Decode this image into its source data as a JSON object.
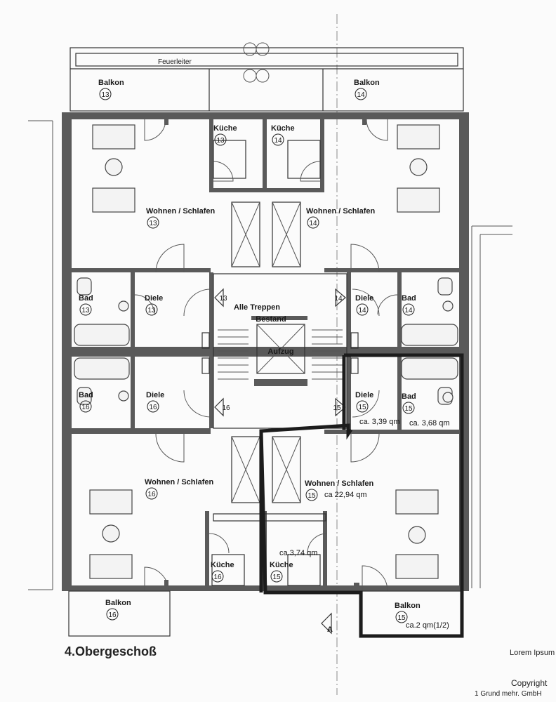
{
  "plan": {
    "title": "4.Obergeschoß",
    "feuerleiter": "Feuerleiter",
    "stair_label": "Alle Treppen",
    "stair_label2": "Bestand",
    "elevator": "Aufzug",
    "north": "A",
    "rooms": [
      {
        "id": "balkon-13",
        "label": "Balkon",
        "num": "13"
      },
      {
        "id": "balkon-14",
        "label": "Balkon",
        "num": "14"
      },
      {
        "id": "kueche-13",
        "label": "Küche",
        "num": "13"
      },
      {
        "id": "kueche-14",
        "label": "Küche",
        "num": "14"
      },
      {
        "id": "wohnen-13",
        "label": "Wohnen / Schlafen",
        "num": "13"
      },
      {
        "id": "wohnen-14",
        "label": "Wohnen / Schlafen",
        "num": "14"
      },
      {
        "id": "bad-13",
        "label": "Bad",
        "num": "13"
      },
      {
        "id": "diele-13",
        "label": "Diele",
        "num": "13"
      },
      {
        "id": "diele-14",
        "label": "Diele",
        "num": "14"
      },
      {
        "id": "bad-14",
        "label": "Bad",
        "num": "14"
      },
      {
        "id": "bad-16",
        "label": "Bad",
        "num": "16"
      },
      {
        "id": "diele-16",
        "label": "Diele",
        "num": "16"
      },
      {
        "id": "diele-15",
        "label": "Diele",
        "num": "15"
      },
      {
        "id": "bad-15",
        "label": "Bad",
        "num": "15"
      },
      {
        "id": "wohnen-16",
        "label": "Wohnen / Schlafen",
        "num": "16"
      },
      {
        "id": "wohnen-15",
        "label": "Wohnen / Schlafen",
        "num": "15"
      },
      {
        "id": "kueche-16",
        "label": "Küche",
        "num": "16"
      },
      {
        "id": "kueche-15",
        "label": "Küche",
        "num": "15"
      },
      {
        "id": "balkon-16",
        "label": "Balkon",
        "num": "16"
      },
      {
        "id": "balkon-15",
        "label": "Balkon",
        "num": "15"
      }
    ],
    "stair_arrows": [
      "13",
      "14",
      "16",
      "15"
    ],
    "areas": {
      "diele": "ca. 3,39 qm",
      "bad": "ca. 3,68 qm",
      "wohnen": "ca 22,94 qm",
      "kueche": "ca.3,74 qm",
      "balkon": "ca.2 qm(1/2)"
    }
  },
  "footer": {
    "lorem": "Lorem Ipsum",
    "copyright": "Copyright",
    "company": "1 Grund mehr. GmbH"
  }
}
